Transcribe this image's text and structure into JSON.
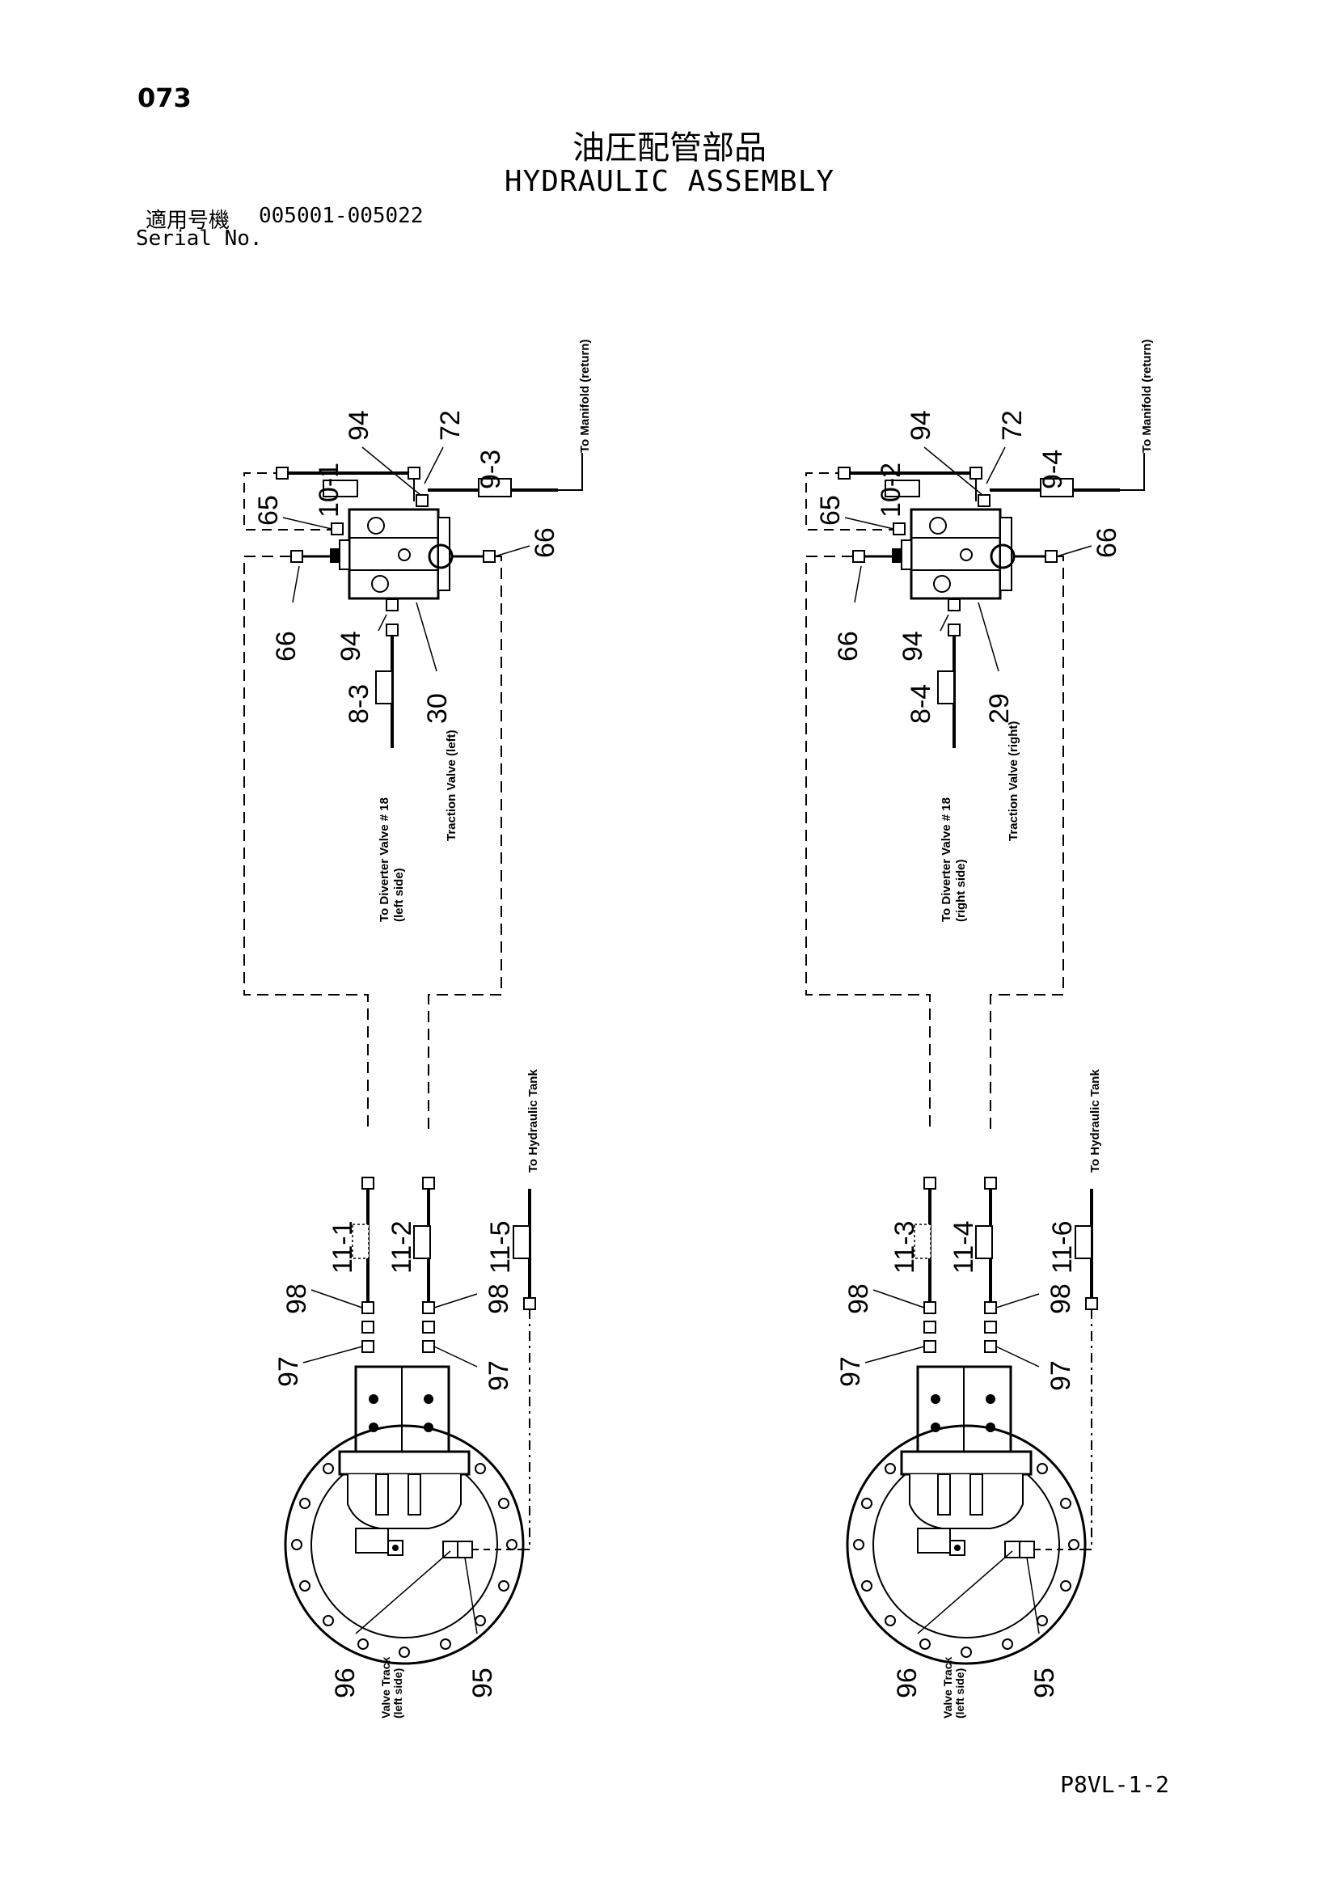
{
  "page": {
    "number": "073",
    "title_jp": "油圧配管部品",
    "title_en": "HYDRAULIC ASSEMBLY",
    "serial_label_jp": "適用号機",
    "serial_range": "005001-005022",
    "serial_label_en": "Serial No.",
    "footer_code": "P8VL-1-2"
  },
  "left": {
    "top_callouts": {
      "a": "94",
      "b": "72",
      "c": "9-3",
      "d": "10-1",
      "e": "65",
      "f": "66",
      "g": "66",
      "h": "94",
      "i": "8-3",
      "j": "30"
    },
    "notes": {
      "manifold": "To Manifold (return)",
      "traction": "Traction Valve (left)",
      "diverter1": "To Diverter Valve # 18",
      "diverter2": "(left side)",
      "tank": "To Hydraulic Tank",
      "track1": "Valve Track",
      "track2": "(left side)"
    },
    "hoses": {
      "a": "11-1",
      "b": "11-2",
      "c": "11-5"
    },
    "fittings": {
      "a": "98",
      "b": "98",
      "c": "97",
      "d": "97",
      "e": "96",
      "f": "95"
    }
  },
  "right": {
    "top_callouts": {
      "a": "94",
      "b": "72",
      "c": "9-4",
      "d": "10-2",
      "e": "65",
      "f": "66",
      "g": "66",
      "h": "94",
      "i": "8-4",
      "j": "29"
    },
    "notes": {
      "manifold": "To Manifold (return)",
      "traction": "Traction Valve (right)",
      "diverter1": "To Diverter Valve # 18",
      "diverter2": "(right side)",
      "tank": "To Hydraulic Tank",
      "track1": "Valve Track",
      "track2": "(left side)"
    },
    "hoses": {
      "a": "11-3",
      "b": "11-4",
      "c": "11-6"
    },
    "fittings": {
      "a": "98",
      "b": "98",
      "c": "97",
      "d": "97",
      "e": "96",
      "f": "95"
    }
  }
}
